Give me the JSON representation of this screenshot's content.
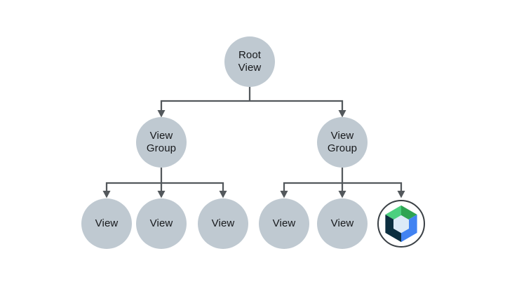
{
  "nodes": {
    "root": {
      "label": "Root View"
    },
    "group_left": {
      "label": "View Group"
    },
    "group_right": {
      "label": "View Group"
    },
    "view_left_1": {
      "label": "View"
    },
    "view_left_2": {
      "label": "View"
    },
    "view_left_3": {
      "label": "View"
    },
    "view_right_1": {
      "label": "View"
    },
    "view_right_2": {
      "label": "View"
    }
  },
  "logo": {
    "name": "jetpack-compose-icon",
    "colors": {
      "light_green": "#4BD07F",
      "dark_green": "#2EA452",
      "blue": "#4183F2",
      "navy": "#0C2F40",
      "inner": "#DCEAF7",
      "ring": "#3A4045",
      "background": "#FFFFFF"
    }
  },
  "palette": {
    "node_fill": "#BFC9D1",
    "connector": "#53585C",
    "text": "#17191C",
    "canvas": "#FFFFFF"
  }
}
